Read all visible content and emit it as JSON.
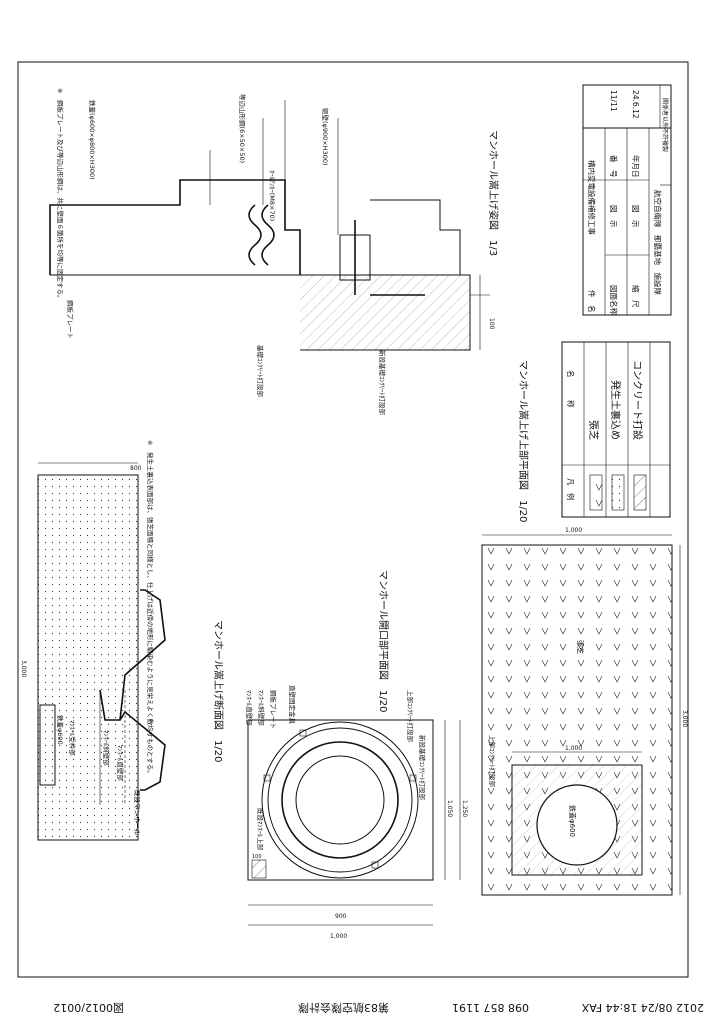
{
  "fax_footer": {
    "timestamp": "2012 08/24 18:44 FAX",
    "fax_number": "098 857 1191",
    "sender": "第83航空隊会計隊",
    "page": "図0012/0012"
  },
  "drawing_titles": {
    "elevation": "マンホール嵩上げ姿図　1/3",
    "section": "マンホール嵩上げ断面図　1/20",
    "opening_plan": "マンホール開口部平面図　1/20",
    "top_plan": "マンホール嵩上げ上部平面図　1/20"
  },
  "elevation_labels": {
    "note": "※　鋼板プレート及び等辺山形鋼は、共に壁面６箇所を均等に固定する。",
    "steel_plate_cover": "鉄蓋(φ600×φ800×H300)",
    "angle_steel": "等辺山形鋼(6×50×50)",
    "anchor_bolt": "ｵｰﾙｱﾝｶｰ(M8×70)",
    "concrete_wall": "躯壁(φ900×H300)",
    "steel_plate": "鋼板プレート",
    "foundation": "基礎ｺﾝｸﾘｰﾄ打設部",
    "new_foundation": "新設基礎ｺﾝｸﾘｰﾄ打設部",
    "dim_100": "100"
  },
  "section_labels": {
    "cover": "鉄蓋φ600",
    "manhole_frame": "ﾏﾝﾎｰﾙ受枠部",
    "manhole_skew": "ﾏﾝﾎｰﾙ斜壁部",
    "manhole_straight": "ﾏﾝﾎｰﾙ直壁部",
    "existing": "既設マンホール",
    "note": "※　発生土裏込表面部は、張芝面積と同様とし、仕上げは近傍の地形に馴染むように見栄えよく敷均すものとする。",
    "dim_3000": "3,000",
    "dim_800": "800"
  },
  "opening_plan_labels": {
    "existing_manhole_top": "既設ﾏﾝﾎｰﾙ上部",
    "manhole_straight": "ﾏﾝﾎｰﾙ直壁部",
    "manhole_skew": "ﾏﾝﾎｰﾙ斜壁部",
    "steel_plate": "鋼板プレート",
    "wall_fixing": "直壁固定金具",
    "new_foundation": "新設基礎ｺﾝｸﾘｰﾄ打設部",
    "upper_concrete": "上部ｺﾝｸﾘｰﾄ打設部",
    "dim_1050": "1,050",
    "dim_1250": "1,250",
    "dim_900": "900",
    "dim_1000": "1,000",
    "dim_100": "100"
  },
  "top_plan_labels": {
    "grass": "張芝",
    "upper_concrete": "上部ｺﾝｸﾘｰﾄ打設部",
    "cover": "鉄蓋φ600",
    "dim_1000_a": "1,000",
    "dim_1000_b": "1,000",
    "dim_3000": "3,000"
  },
  "legend": {
    "header_symbol": "凡　例",
    "header_name": "名　　　称",
    "rows": [
      "張芝",
      "発生土裏込め",
      "コンクリート打設"
    ]
  },
  "title_block": {
    "header": "関係者以外不許複製",
    "rows": [
      {
        "label": "件　名",
        "value": "構内変電設備補修工事"
      },
      {
        "label": "図面名称",
        "value": "図　示",
        "label2": "番　号",
        "value2": "11/11"
      },
      {
        "label": "縮　尺",
        "value": "図　示",
        "label2": "年月日",
        "value2": "24.6.12"
      }
    ],
    "org": "航空自衛隊　那覇基地　施設隊"
  }
}
